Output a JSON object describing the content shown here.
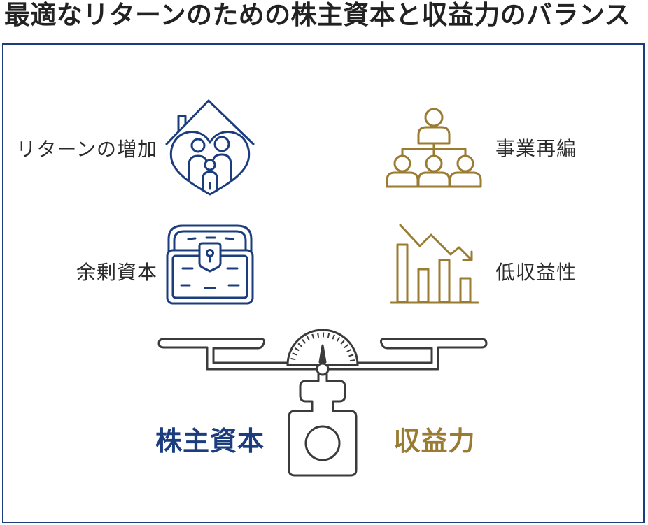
{
  "title": "最適なリターンのための株主資本と収益力のバランス",
  "colors": {
    "equity": "#1b3c7d",
    "profitability": "#9a7b32",
    "scale": "#3b3b3b",
    "text": "#2b2b2b",
    "frame": "#1b3c7d",
    "title": "#222222"
  },
  "equity_side": {
    "label": "株主資本",
    "factors": [
      {
        "label": "リターンの増加",
        "icon": "family-home-heart-icon"
      },
      {
        "label": "余剰資本",
        "icon": "treasure-chest-icon"
      }
    ]
  },
  "profitability_side": {
    "label": "収益力",
    "factors": [
      {
        "label": "事業再編",
        "icon": "org-chart-icon"
      },
      {
        "label": "低収益性",
        "icon": "declining-bar-chart-icon"
      }
    ]
  },
  "center_icon": "balance-scale-icon"
}
